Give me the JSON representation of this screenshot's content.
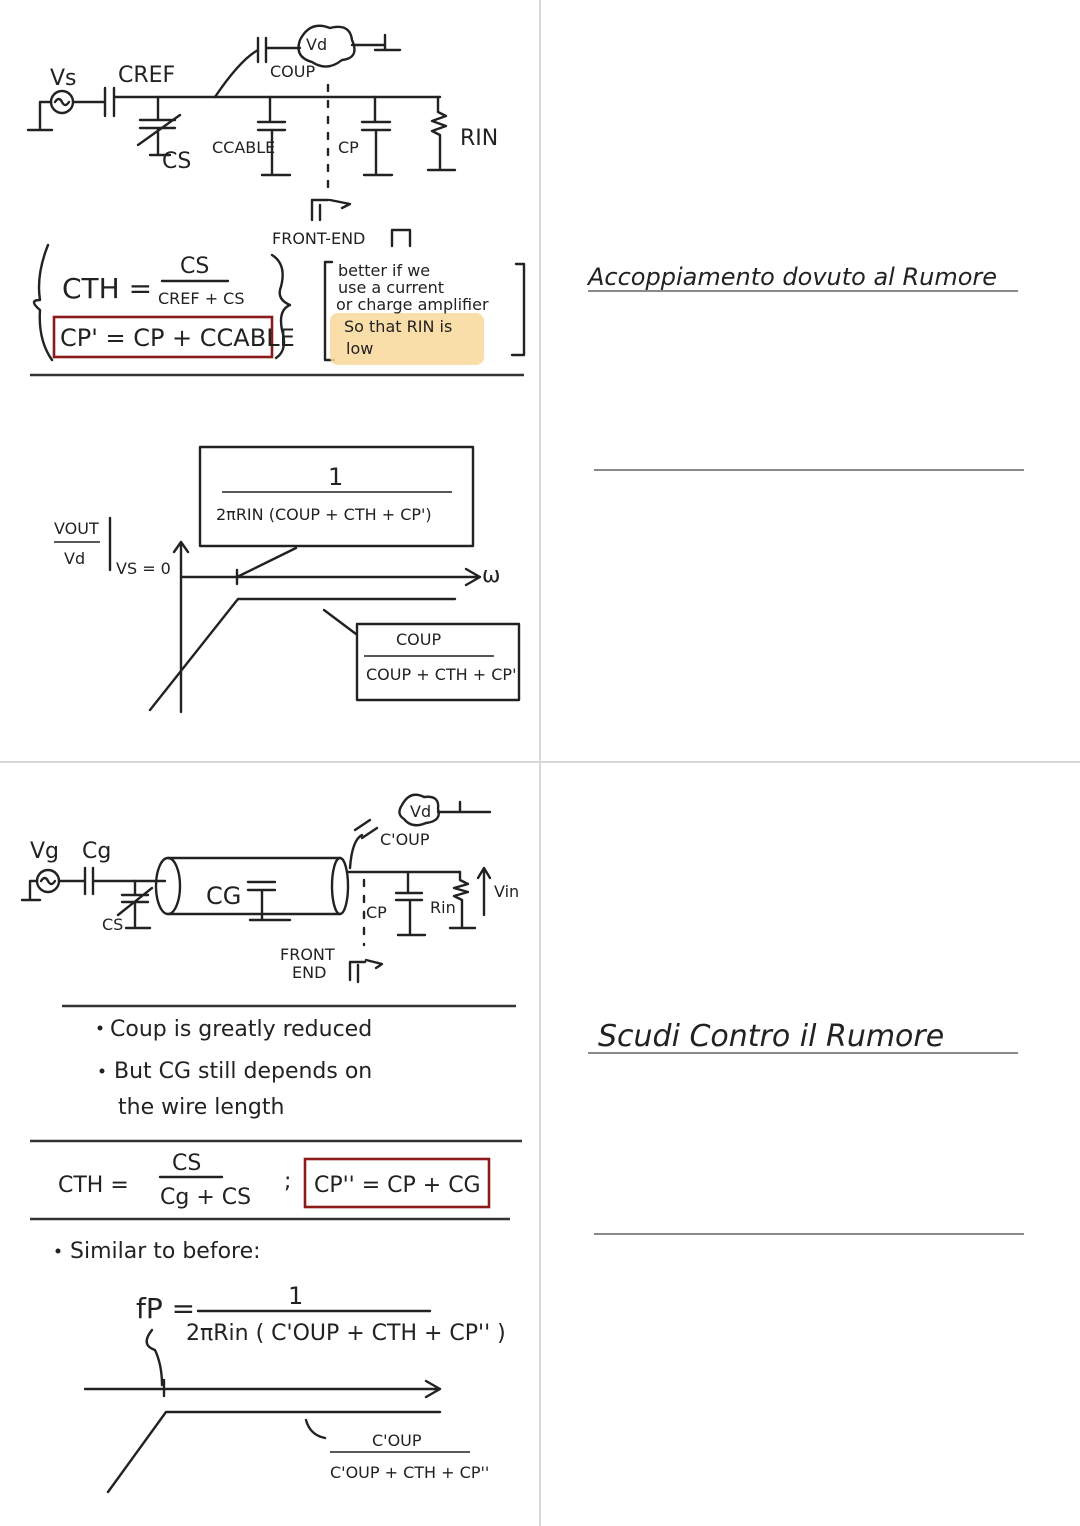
{
  "page1": {
    "circuit": {
      "vs": "Vs",
      "cref": "CREF",
      "vd": "Vd",
      "coup": "COUP",
      "cs": "CS",
      "ccable": "CCABLE",
      "cp": "CP",
      "rin": "RIN",
      "front_end": "FRONT-END"
    },
    "equations": {
      "cth_lhs": "CTH =",
      "cth_num": "CS",
      "cth_den": "CREF + CS",
      "cp_prime": "CP' = CP + CCABLE"
    },
    "note": {
      "lines": [
        "better if we",
        "use a current",
        "or charge amplifier"
      ],
      "highlight": [
        "So that RIN is",
        "low"
      ]
    },
    "bode": {
      "ylabel_num": "VOUT",
      "ylabel_den": "Vd",
      "condition": "VS = 0",
      "xlabel": "ω",
      "pole_num": "1",
      "pole_den": "2πRIN (COUP + CTH + CP')",
      "gain_num": "COUP",
      "gain_den": "COUP + CTH + CP'"
    },
    "side_title": "Accoppiamento dovuto al Rumore"
  },
  "page2": {
    "circuit": {
      "vg": "Vg",
      "cg": "Cg",
      "cs": "CS",
      "cg_cable": "CG",
      "vd": "Vd",
      "coup": "C'OUP",
      "cp": "CP",
      "rin": "Rin",
      "vin": "Vin",
      "front_end_1": "FRONT",
      "front_end_2": "END"
    },
    "bullets": [
      "Coup is greatly reduced",
      "But CG still depends on",
      "the wire length"
    ],
    "equations": {
      "cth_lhs": "CTH =",
      "cth_num": "CS",
      "cth_den": "Cg + CS",
      "sep": ";",
      "cp_dprime": "CP'' = CP + CG"
    },
    "similar": "Similar to before:",
    "fp": {
      "lhs": "fP =",
      "num": "1",
      "den": "2πRin ( C'OUP + CTH + CP'' )"
    },
    "gain": {
      "num": "C'OUP",
      "den": "C'OUP + CTH + CP''"
    },
    "side_title": "Scudi Contro il Rumore"
  },
  "colors": {
    "ink": "#222222",
    "box": "#8b1a1a",
    "highlight": "#f8d89a",
    "separator": "#d8d8d8"
  }
}
